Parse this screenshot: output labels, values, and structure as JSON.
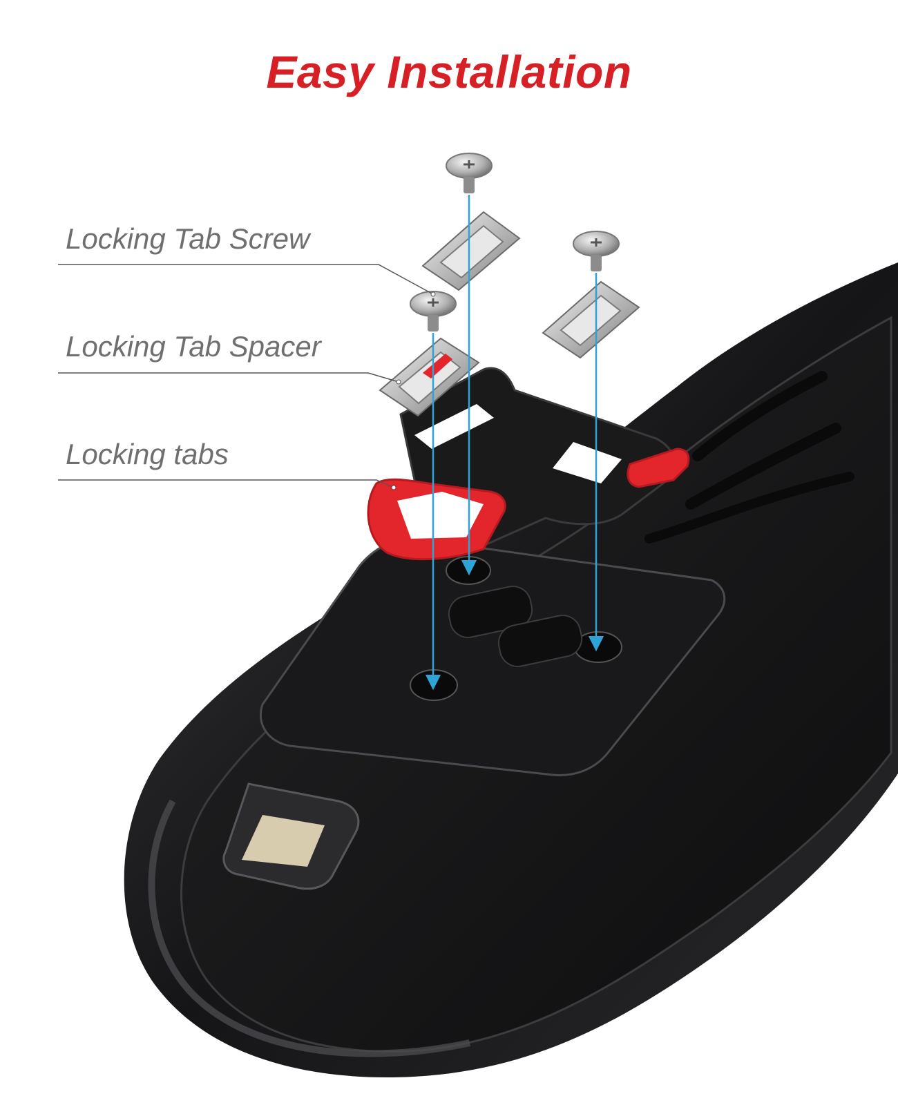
{
  "title": "Easy Installation",
  "callouts": [
    {
      "label": "Locking Tab Screw",
      "icon": "screw-icon"
    },
    {
      "label": "Locking Tab Spacer",
      "icon": "spacer-icon"
    },
    {
      "label": "Locking tabs",
      "icon": "cleat-tab-icon"
    }
  ],
  "colors": {
    "title": "#d71f26",
    "label": "#6f6f6f",
    "arrow": "#2ea3d6",
    "cleat": "#e3262c",
    "shoe": "#1c1c1e"
  }
}
